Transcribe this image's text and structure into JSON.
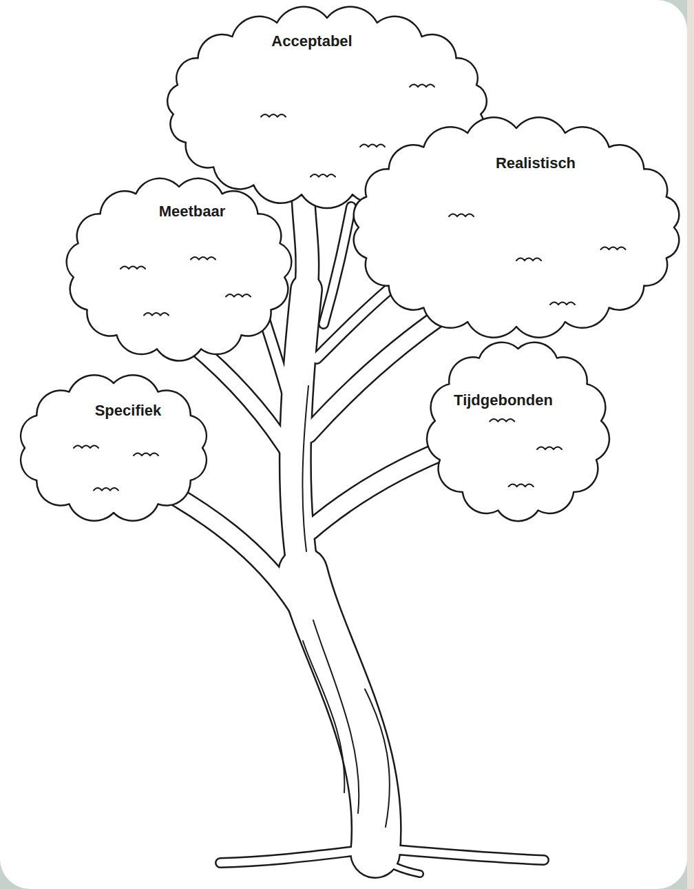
{
  "diagram": {
    "nodes": [
      {
        "text": [
          "Acceptabel"
        ]
      },
      {
        "text": [
          "Realistisch"
        ]
      },
      {
        "text": [
          "Meetbaar"
        ]
      },
      {
        "text": [
          "Tijdgebonden"
        ]
      },
      {
        "text": [
          "Specifiek"
        ]
      }
    ]
  }
}
